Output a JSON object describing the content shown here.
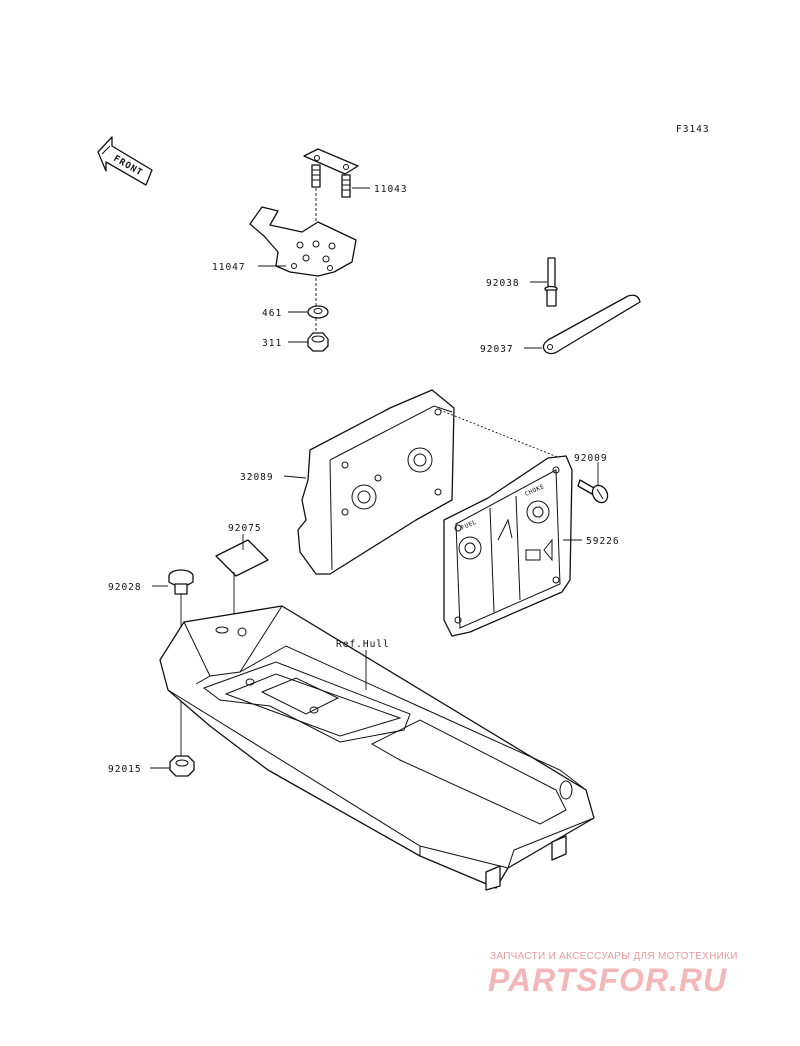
{
  "diagram": {
    "code": "F3143",
    "front_label": "FRONT",
    "ref_label": "Ref.Hull",
    "parts": {
      "p11043": "11043",
      "p11047": "11047",
      "p461": "461",
      "p311": "311",
      "p92038": "92038",
      "p92037": "92037",
      "p32089": "32089",
      "p92009": "92009",
      "p59226": "59226",
      "p92075": "92075",
      "p92028": "92028",
      "p92015": "92015"
    },
    "panel_text": {
      "fuel": "FUEL",
      "choke": "CHOKE"
    }
  },
  "watermark": {
    "tagline": "ЗАПЧАСТИ И АКСЕССУАРЫ ДЛЯ МОТОТЕХНИКИ",
    "brand": "PARTSFOR.RU"
  }
}
